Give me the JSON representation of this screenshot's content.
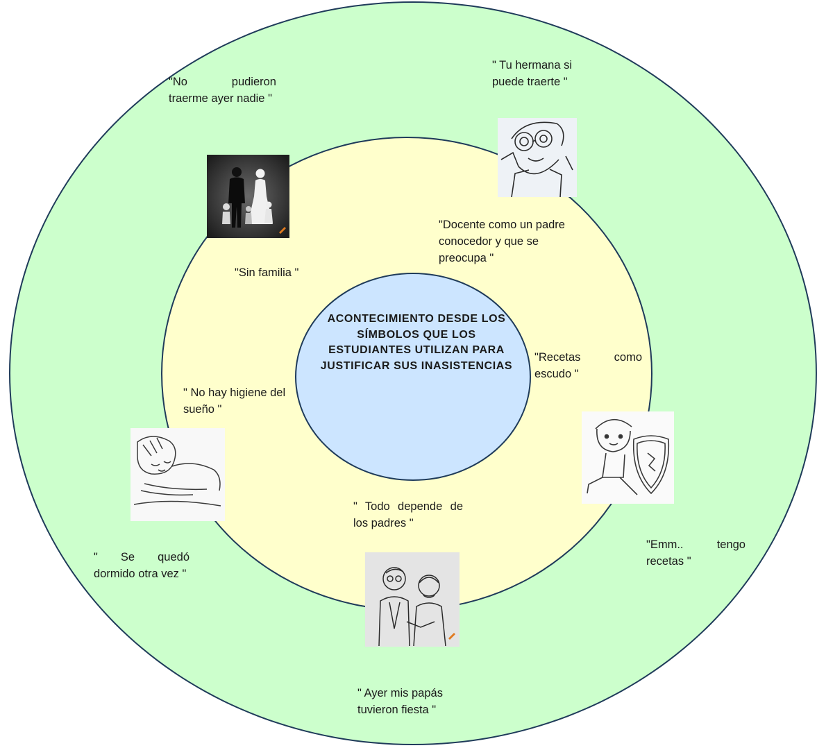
{
  "center": {
    "title": "ACONTECIMIENTO DESDE LOS SÍMBOLOS QUE LOS ESTUDIANTES UTILIZAN PARA JUSTIFICAR SUS INASISTENCIAS"
  },
  "outer_ring": {
    "quotes": [
      "\"No pudieron traerme ayer nadie \"",
      "\" Tu hermana si puede traerte \"",
      "\"Emm.. tengo recetas \"",
      "\" Ayer mis papás tuvieron fiesta \"",
      "\" Se quedó dormido otra vez \""
    ]
  },
  "middle_ring": {
    "quotes": [
      "\"Sin familia \"",
      "\"Docente como un padre conocedor y que se preocupa \"",
      "\"Recetas como escudo \"",
      "\" Todo depende de los padres \"",
      "\" No hay higiene del sueño \""
    ]
  },
  "images": [
    {
      "icon": "family-silhouette-icon",
      "style": "dark"
    },
    {
      "icon": "binoculars-person-icon",
      "style": "sketch"
    },
    {
      "icon": "boy-with-shield-icon",
      "style": "sketch"
    },
    {
      "icon": "elderly-couple-icon",
      "style": "sketch"
    },
    {
      "icon": "sleeping-child-icon",
      "style": "sketch"
    }
  ],
  "colors": {
    "outer": "#ccffcc",
    "middle": "#ffffcc",
    "core": "#cce5ff",
    "border": "#1f3b5a"
  }
}
